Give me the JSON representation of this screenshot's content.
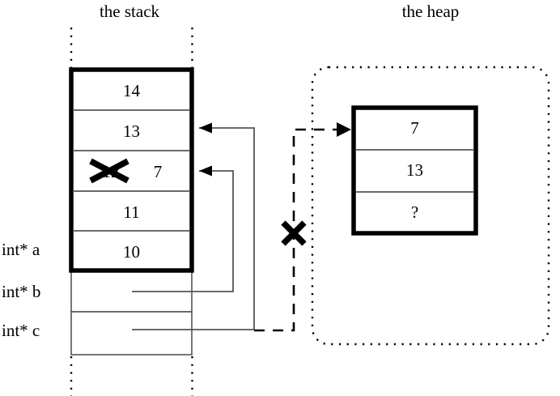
{
  "diagram": {
    "title_stack": "the stack",
    "title_heap": "the heap",
    "colors": {
      "ink": "#000000",
      "thin_line": "#555555",
      "background": "#ffffff"
    }
  },
  "stack": {
    "label": "the stack",
    "frame_cells": [
      {
        "id": "cell-14",
        "value": "14",
        "struck": false
      },
      {
        "id": "cell-13",
        "value": "13",
        "struck": false
      },
      {
        "id": "cell-12",
        "value": "12",
        "struck": true,
        "new_value": "7"
      },
      {
        "id": "cell-11",
        "value": "11",
        "struck": false
      },
      {
        "id": "cell-10",
        "value": "10",
        "struck": false
      }
    ],
    "pointer_labels": [
      {
        "id": "label-a",
        "text": "int* a"
      },
      {
        "id": "label-b",
        "text": "int* b"
      },
      {
        "id": "label-c",
        "text": "int* c"
      }
    ]
  },
  "heap": {
    "label": "the heap",
    "cells": [
      {
        "id": "heap-cell-7",
        "value": "7"
      },
      {
        "id": "heap-cell-13",
        "value": "13"
      },
      {
        "id": "heap-cell-unknown",
        "value": "?"
      }
    ]
  },
  "annotations": {
    "strikeout_mark": "X",
    "broken_pointer_mark": "X"
  }
}
